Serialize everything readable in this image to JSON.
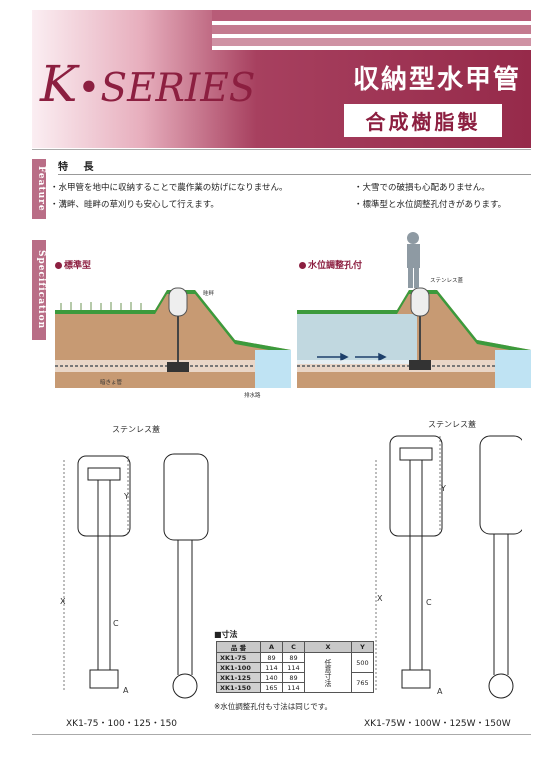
{
  "header": {
    "logo_k": "K",
    "logo_rest": "•SERIES",
    "title_main": "収納型水甲管",
    "title_sub": "合成樹脂製"
  },
  "tabs": {
    "feature": "Feature",
    "specification": "Specification"
  },
  "features": {
    "heading": "特 長",
    "items": [
      "・水甲管を地中に収納することで農作業の妨げになりません。",
      "・溝畔、畦畔の草刈りも安心して行えます。",
      "・大雪での破損も心配ありません。",
      "・標準型と水位調整孔付きがあります。"
    ]
  },
  "diagrams": {
    "standard_label": "標準型",
    "adjust_label": "水位調整孔付",
    "stainless_small": "ステンレス蓋",
    "shoulder": "畦畔",
    "paddy": "暗きょ管",
    "drain": "排水路",
    "stainless_large": "ステンレス蓋",
    "dim_y": "Y",
    "dim_x": "X",
    "dim_c": "C",
    "dim_a": "A",
    "caption_left": "XK1-75・100・125・150",
    "caption_right": "XK1-75W・100W・125W・150W"
  },
  "dimensions": {
    "title": "■寸法",
    "headers": [
      "品 番",
      "A",
      "C",
      "X",
      "Y"
    ],
    "rows": [
      {
        "part": "XK1-75",
        "a": "89",
        "c": "89"
      },
      {
        "part": "XK1-100",
        "a": "114",
        "c": "114"
      },
      {
        "part": "XK1-125",
        "a": "140",
        "c": "89"
      },
      {
        "part": "XK1-150",
        "a": "165",
        "c": "114"
      }
    ],
    "x_value": "任意寸法",
    "y_values": [
      "500",
      "765"
    ],
    "note": "※水位調整孔付も寸法は同じです。"
  },
  "colors": {
    "brand": "#8c1f40",
    "grass": "#3c9a3c",
    "water": "#bfe3f3"
  }
}
